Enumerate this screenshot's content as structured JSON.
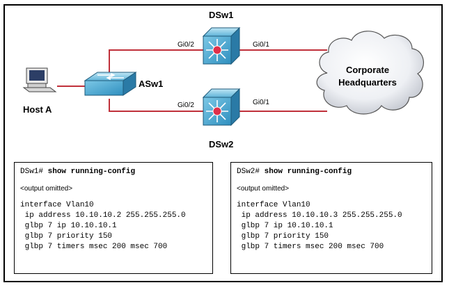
{
  "devices": {
    "host": "Host A",
    "access_switch": "ASw1",
    "dist_switch_1": "DSw1",
    "dist_switch_2": "DSw2",
    "cloud": [
      "Corporate",
      "Headquarters"
    ]
  },
  "ports": {
    "dsw1_left": "Gi0/2",
    "dsw1_right": "Gi0/1",
    "dsw2_left": "Gi0/2",
    "dsw2_right": "Gi0/1"
  },
  "link_color": "#c0303a",
  "configs": [
    {
      "prompt": "DSw1#",
      "command": "show running-config",
      "omitted": "<output omitted>",
      "lines": [
        "interface Vlan10",
        " ip address 10.10.10.2 255.255.255.0",
        " glbp 7 ip 10.10.10.1",
        " glbp 7 priority 150",
        " glbp 7 timers msec 200 msec 700"
      ]
    },
    {
      "prompt": "DSw2#",
      "command": "show running-config",
      "omitted": "<output omitted>",
      "lines": [
        "interface Vlan10",
        " ip address 10.10.10.3 255.255.255.0",
        " glbp 7 ip 10.10.10.1",
        " glbp 7 priority 150",
        " glbp 7 timers msec 200 msec 700"
      ]
    }
  ]
}
